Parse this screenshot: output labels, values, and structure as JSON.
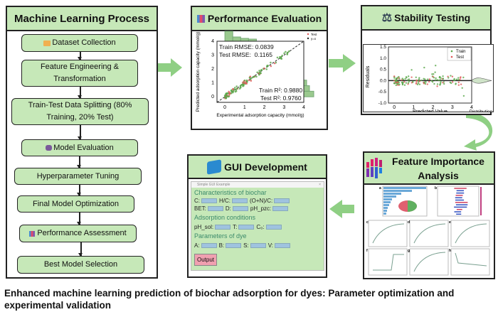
{
  "ml_process": {
    "title": "Machine Learning Process",
    "steps": [
      {
        "label": "Dataset Collection",
        "icon": "folder-icon"
      },
      {
        "label": "Feature Engineering & Transformation"
      },
      {
        "label": "Train-Test Data Splitting (80% Training, 20% Test)"
      },
      {
        "label": "Model Evaluation",
        "icon": "robot-icon"
      },
      {
        "label": "Hyperparameter Tuning"
      },
      {
        "label": "Final Model Optimization"
      },
      {
        "label": "Performance Assessment",
        "icon": "bar-chart-icon"
      },
      {
        "label": "Best Model Selection"
      }
    ]
  },
  "performance": {
    "title": "Performance Evaluation",
    "train_rmse": "Train RMSE: 0.0839",
    "test_rmse": "Test RMSE:  0.1165",
    "train_r2": "Train R²: 0.9880",
    "test_r2": "Test R²: 0.9760",
    "xlabel": "Experimental adsorption capacity (mmol/g)",
    "ylabel": "Predicted adsorption capacity (mmol/g)",
    "xticks": [
      "0",
      "1",
      "2",
      "3",
      "4"
    ],
    "yticks": [
      "0",
      "1",
      "2",
      "3",
      "4"
    ],
    "legend": [
      "Train",
      "Test",
      "y=x"
    ],
    "colors": {
      "train": "#5aa84a",
      "test": "#e05a5a"
    }
  },
  "stability": {
    "title": "Stability Testing",
    "xlabel": "Predicted Value",
    "ylabel": "Residuals",
    "dist_label": "Distribution",
    "xticks": [
      "0",
      "1",
      "2",
      "3",
      "4"
    ],
    "yticks": [
      "1.5",
      "1.0",
      "0.5",
      "0.0",
      "-0.5",
      "-1.0"
    ],
    "legend": [
      "Train",
      "Test"
    ]
  },
  "feature_importance": {
    "title": "Feature Importance Analysis",
    "subplot_labels": [
      "a",
      "b",
      "c",
      "d",
      "e",
      "f",
      "g",
      "h"
    ]
  },
  "gui": {
    "title": "GUI Development",
    "window_title": "Simple GUI Example",
    "sections": {
      "biochar": "Characteristics of biochar",
      "conditions": "Adsorption conditions",
      "dye": "Parameters of dye"
    },
    "fields": {
      "row1": [
        "C:",
        "H/C:",
        "(O+N)/C:"
      ],
      "row2": [
        "BET:",
        "D:",
        "pH_pzc:"
      ],
      "row3": [
        "pH_sol:",
        "T:",
        "C₀:"
      ],
      "row4": [
        "A:",
        "B:",
        "S:",
        "V:"
      ]
    },
    "output_button": "Output"
  },
  "caption": "Enhanced machine learning prediction of biochar adsorption for dyes: Parameter optimization and experimental validation",
  "colors": {
    "panel_header": "#c6e8b8",
    "arrow": "#8fcf84"
  }
}
